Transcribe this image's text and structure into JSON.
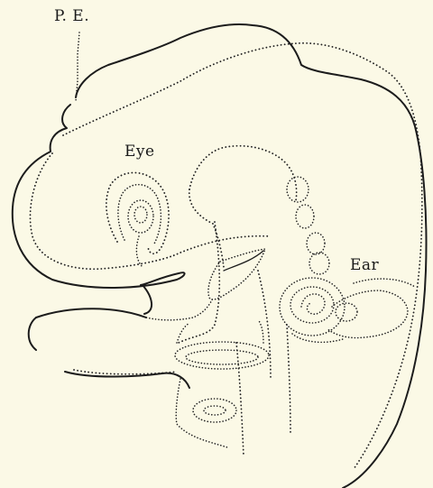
{
  "labels": {
    "pe": "P. E.",
    "eye": "Eye",
    "ear": "Ear"
  },
  "colors": {
    "paper": "#fbf9e6",
    "ink": "#1c1c1c"
  }
}
